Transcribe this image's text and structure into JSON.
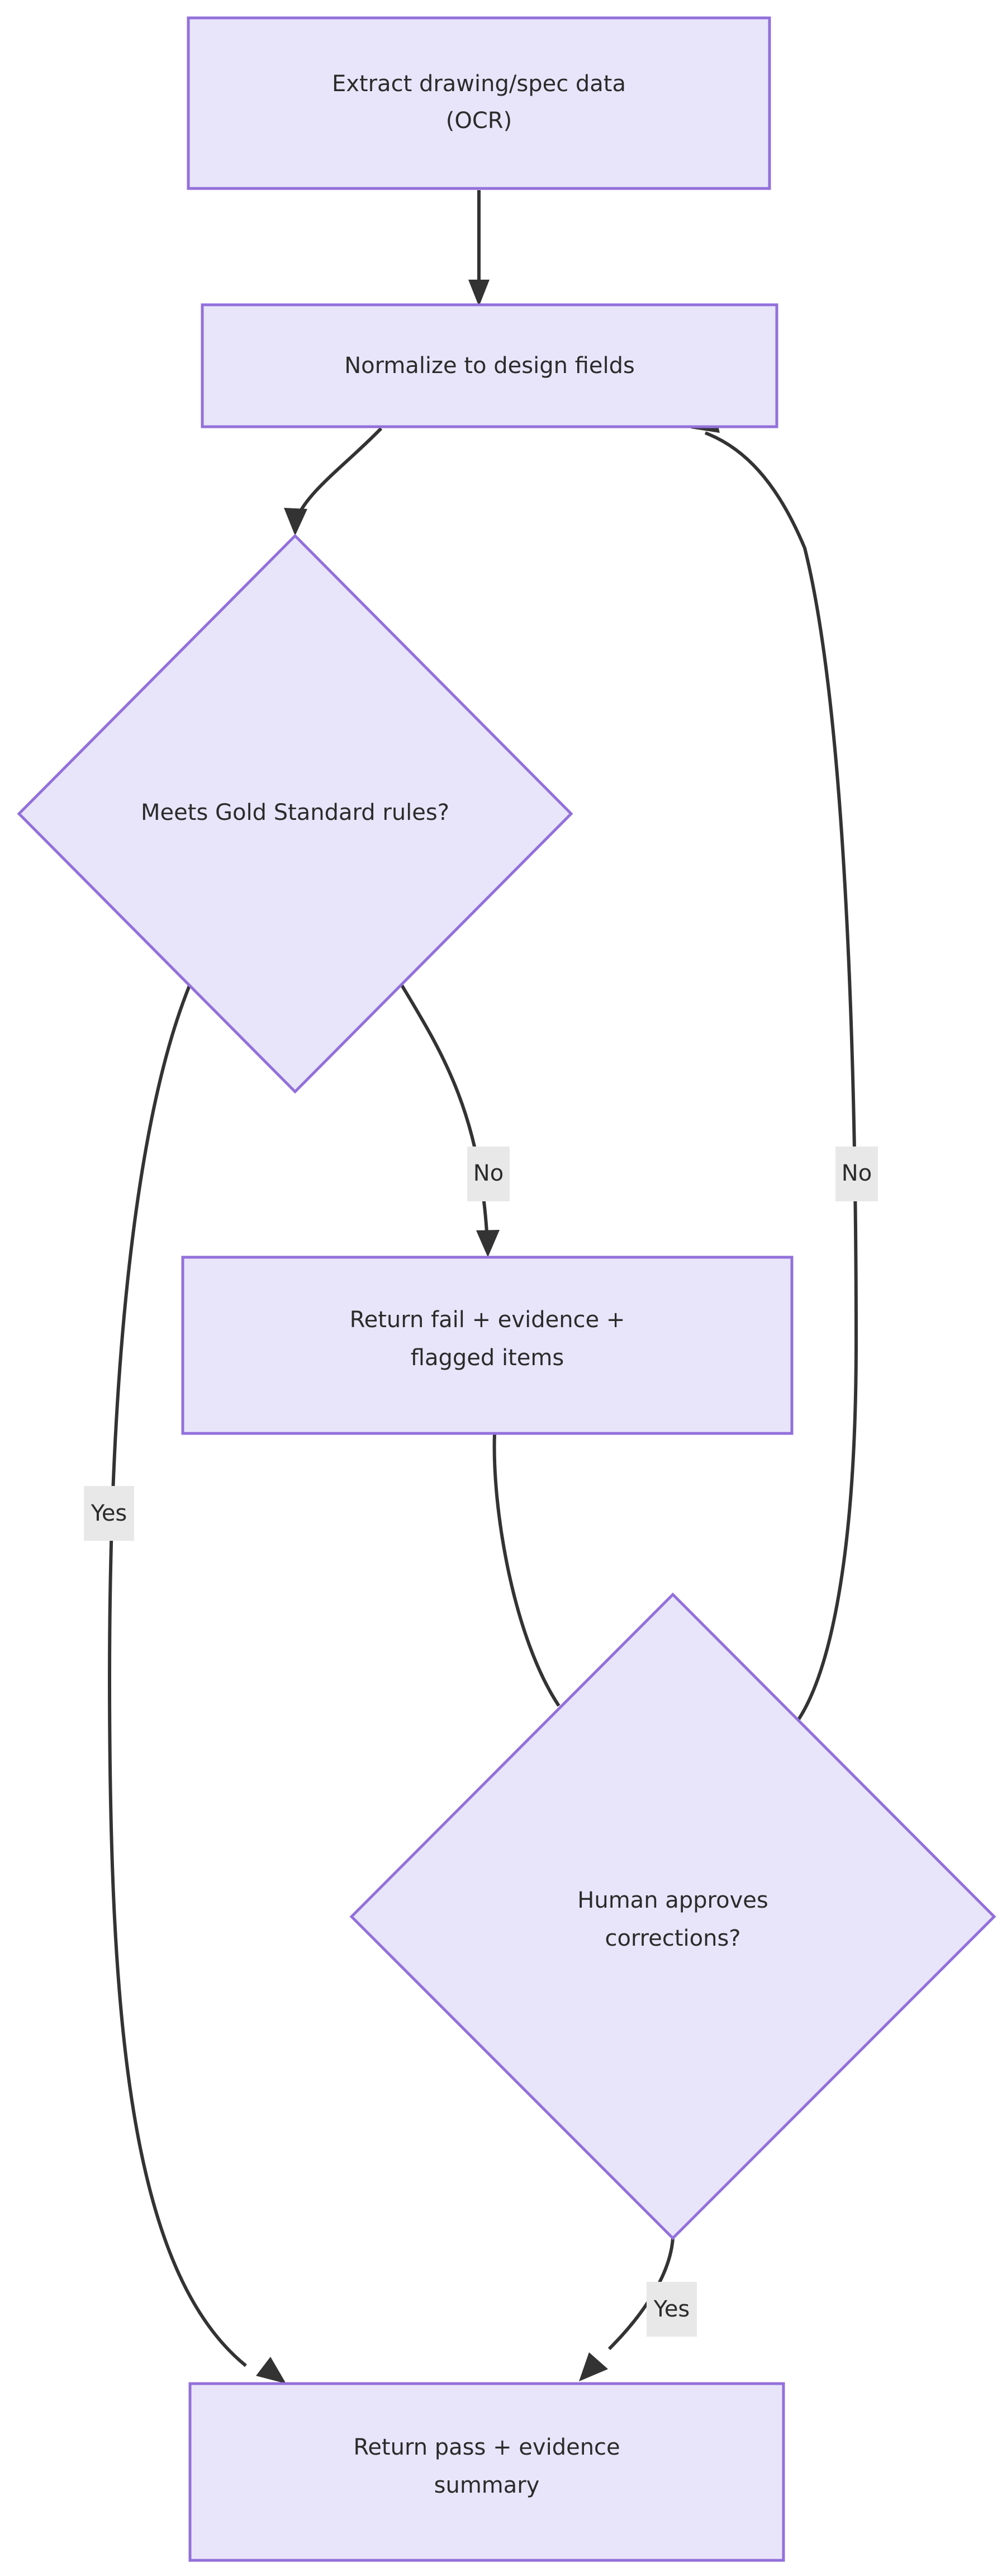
{
  "diagram": {
    "type": "flowchart",
    "direction": "top-down",
    "background_color": "#ffffff",
    "node_fill_color": "#e8e5fa",
    "node_border_color": "#9370db",
    "edge_color": "#333333",
    "edge_label_bg_color": "#e8e8e8",
    "text_color": "#2b2b2b",
    "nodes": [
      {
        "id": "extract",
        "shape": "rect",
        "lines": [
          "Extract drawing/spec data",
          "(OCR)"
        ],
        "line1": "Extract drawing/spec data",
        "line2": "(OCR)"
      },
      {
        "id": "normalize",
        "shape": "rect",
        "lines": [
          "Normalize to design fields"
        ],
        "line1": "Normalize to design fields",
        "line2": ""
      },
      {
        "id": "gold_standard",
        "shape": "diamond",
        "lines": [
          "Meets Gold Standard rules?"
        ],
        "line1": "Meets Gold Standard rules?",
        "line2": ""
      },
      {
        "id": "return_fail",
        "shape": "rect",
        "lines": [
          "Return fail + evidence +",
          "flagged items"
        ],
        "line1": "Return fail + evidence +",
        "line2": "flagged items"
      },
      {
        "id": "human_approves",
        "shape": "diamond",
        "lines": [
          "Human approves",
          "corrections?"
        ],
        "line1": "Human approves",
        "line2": "corrections?"
      },
      {
        "id": "return_pass",
        "shape": "rect",
        "lines": [
          "Return pass + evidence",
          "summary"
        ],
        "line1": "Return pass + evidence",
        "line2": "summary"
      }
    ],
    "edges": [
      {
        "id": "e1",
        "from": "extract",
        "to": "normalize",
        "label": ""
      },
      {
        "id": "e2",
        "from": "normalize",
        "to": "gold_standard",
        "label": ""
      },
      {
        "id": "e3",
        "from": "gold_standard",
        "to": "return_fail",
        "label": "No"
      },
      {
        "id": "e4",
        "from": "gold_standard",
        "to": "return_pass",
        "label": "Yes"
      },
      {
        "id": "e5",
        "from": "return_fail",
        "to": "human_approves",
        "label": ""
      },
      {
        "id": "e6",
        "from": "human_approves",
        "to": "normalize",
        "label": "No"
      },
      {
        "id": "e7",
        "from": "human_approves",
        "to": "return_pass",
        "label": "Yes"
      }
    ]
  }
}
